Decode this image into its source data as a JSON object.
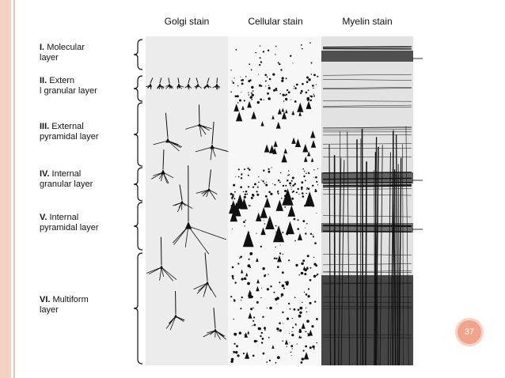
{
  "columns": {
    "golgi": "Golgi stain",
    "cellular": "Cellular stain",
    "myelin": "Myelin stain"
  },
  "layers": [
    {
      "numeral": "I.",
      "name": "Molecular\nlayer"
    },
    {
      "numeral": "II.",
      "name": "Extern\nl granular layer"
    },
    {
      "numeral": "III.",
      "name": "External\npyramidal layer"
    },
    {
      "numeral": "IV.",
      "name": "Internal\ngranular layer"
    },
    {
      "numeral": "V.",
      "name": "Internal\npyramidal layer"
    },
    {
      "numeral": "VI.",
      "name": "Multiform\nlayer"
    }
  ],
  "slide": {
    "page_number": "37"
  },
  "colors": {
    "accent": "#f0a58a",
    "band": "#f3d2c4",
    "ink": "#111111"
  }
}
